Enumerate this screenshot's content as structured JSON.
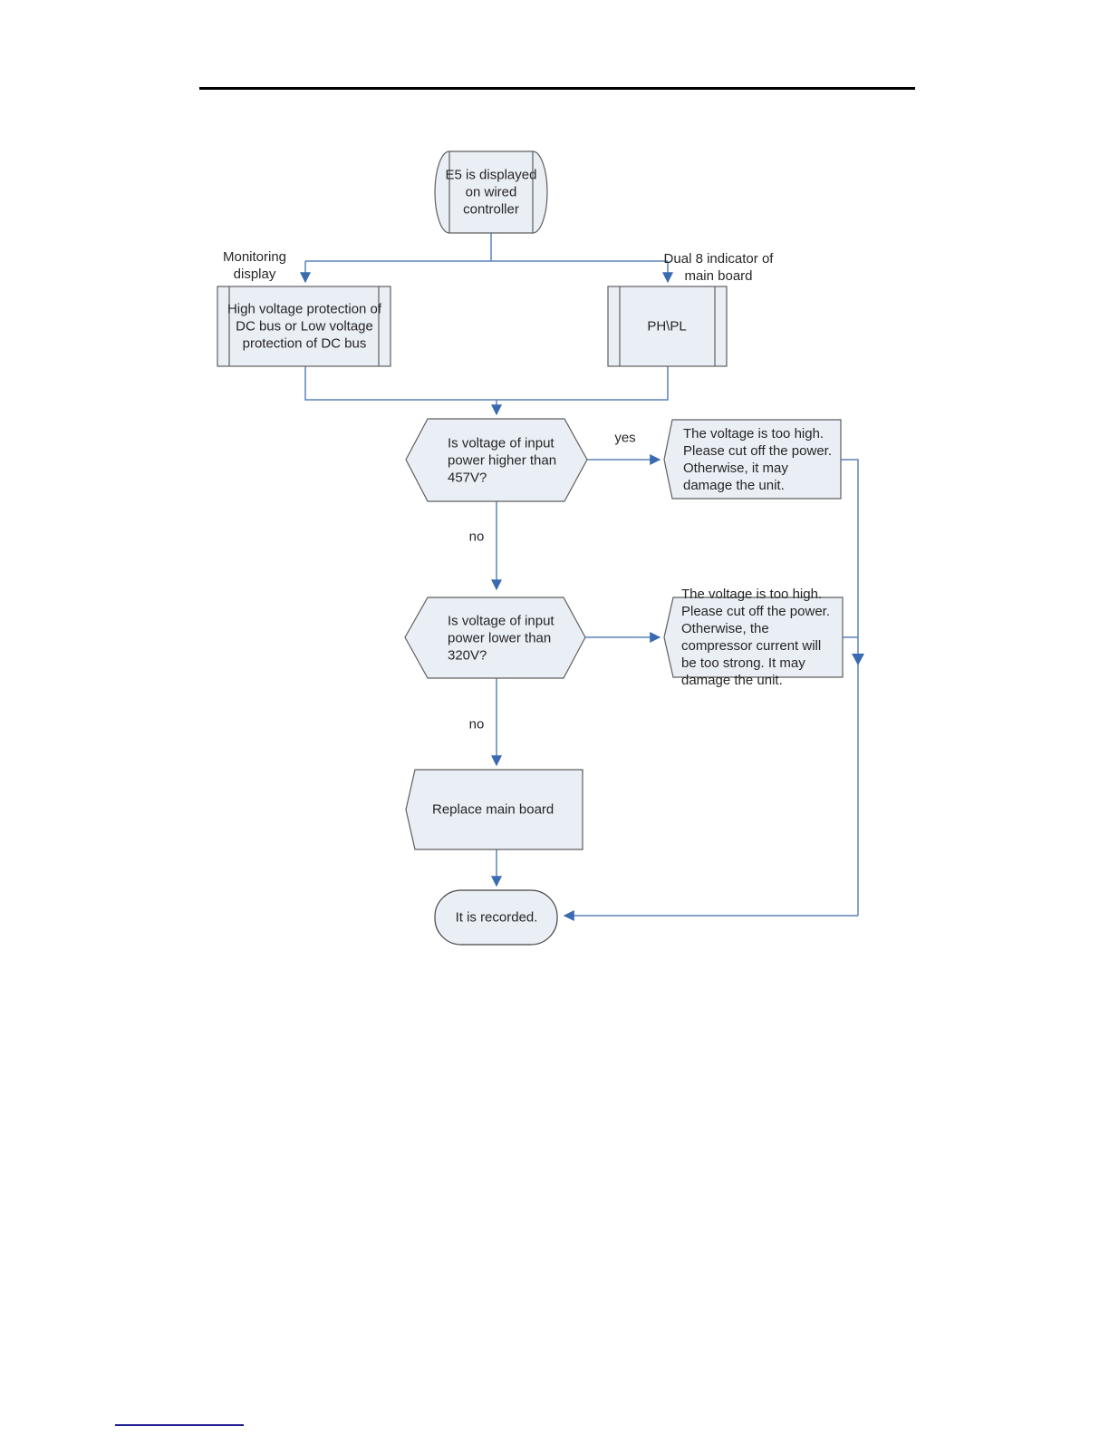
{
  "flowchart": {
    "start_node": "E5 is displayed\non wired\ncontroller",
    "monitoring_label": "Monitoring\ndisplay",
    "monitoring_box": "High voltage protection of\nDC bus or Low voltage\nprotection of DC bus",
    "indicator_label": "Dual 8 indicator of\nmain board",
    "indicator_box": "PH\\PL",
    "decision_457": "Is voltage of input\npower higher than\n457V?",
    "note_high": "The voltage is too high.\nPlease cut off the power.\nOtherwise, it may\ndamage the unit.",
    "decision_320": "Is voltage of input\npower lower than\n320V?",
    "note_low": "The voltage is too high.\nPlease cut off the power.\nOtherwise, the\ncompressor current will\nbe too strong. It may\ndamage the unit.",
    "replace_node": "Replace main board",
    "end_node": "It is recorded.",
    "labels": {
      "yes": "yes",
      "no1": "no",
      "no2": "no"
    }
  },
  "colors": {
    "shape_fill": "#eaeef5",
    "shape_border": "#5f5f5f",
    "connector": "#5b84b8",
    "arrowhead": "#3a6ab2",
    "top_rule": "#010101",
    "footnote_line": "#1c1c8f",
    "text": "#262626"
  }
}
